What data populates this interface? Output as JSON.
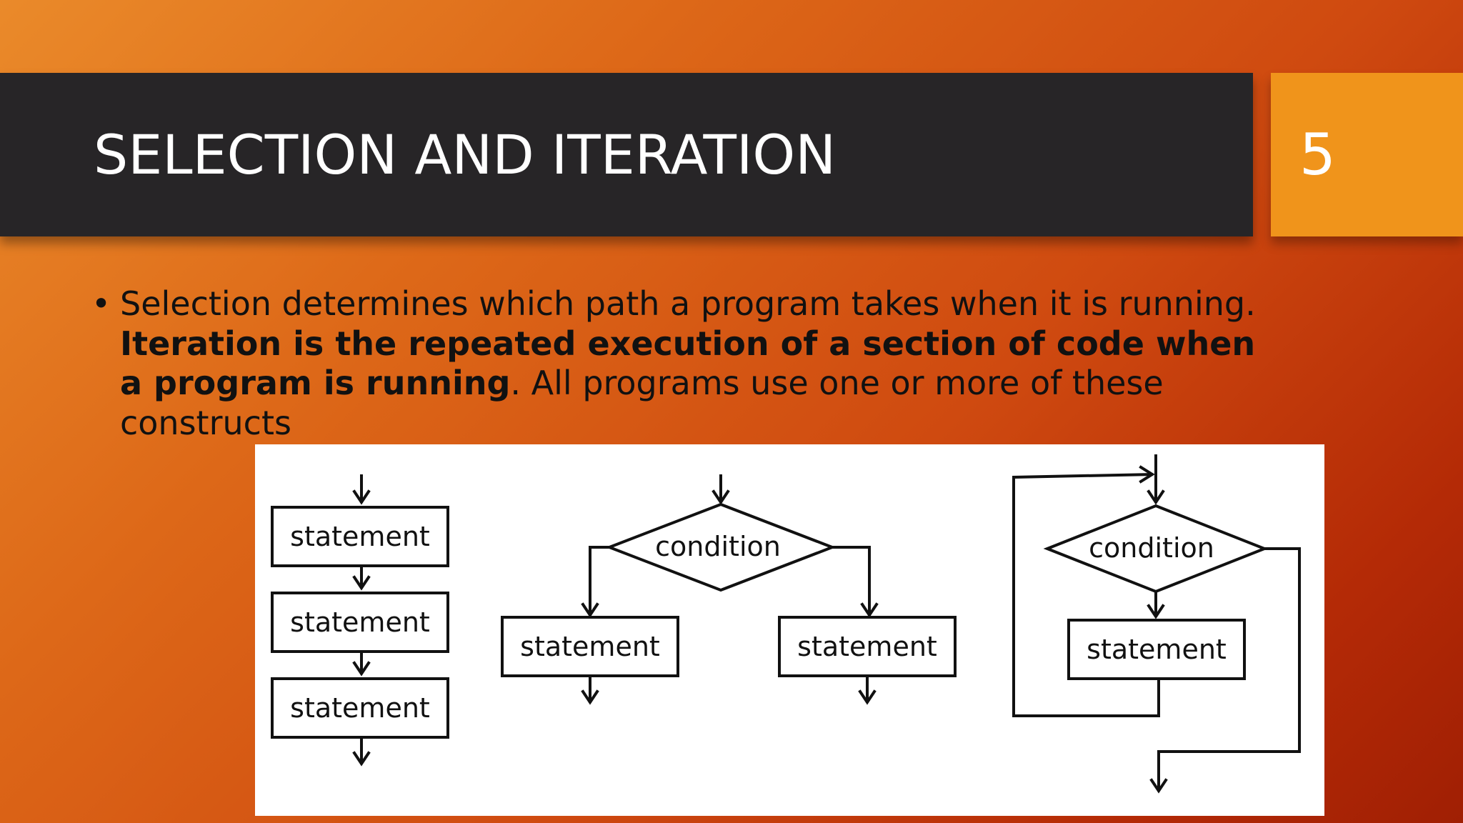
{
  "slide": {
    "title": "SELECTION AND ITERATION",
    "number": "5"
  },
  "bullet": {
    "marker": "•",
    "part1": "Selection determines which path a program takes when it is running. ",
    "part2_bold": "Iteration is the repeated execution of a section of code when a program is running",
    "part3": ". All programs use one or more of these constructs"
  },
  "diagram": {
    "sequence": {
      "statement_1": "statement",
      "statement_2": "statement",
      "statement_3": "statement"
    },
    "selection": {
      "condition": "condition",
      "statement_left": "statement",
      "statement_right": "statement"
    },
    "iteration": {
      "condition": "condition",
      "statement": "statement"
    }
  },
  "colors": {
    "title_bar": "#272527",
    "number_box": "#f0941b",
    "background_light": "#ea8a2a",
    "background_dark": "#a01f04"
  }
}
